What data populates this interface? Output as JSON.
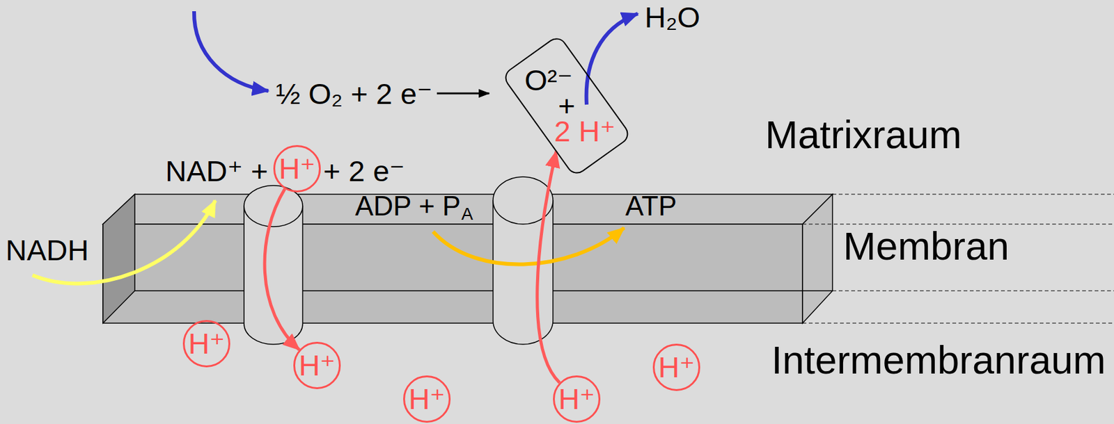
{
  "diagram": {
    "nodes": [
      {
        "text": [
          "O²⁻",
          "+",
          "2 H⁺"
        ]
      },
      {
        "text": [
          "H⁺"
        ]
      },
      {
        "text": [
          "H⁺"
        ]
      },
      {
        "text": [
          "H⁺"
        ]
      },
      {
        "text": [
          "H⁺"
        ]
      },
      {
        "text": [
          "H⁺"
        ]
      },
      {
        "text": [
          "H⁺"
        ]
      }
    ],
    "edges": [
      {
        "from": 1,
        "to": 3,
        "arrow": "to"
      },
      {
        "from": 6,
        "to": 0,
        "arrow": "to"
      }
    ],
    "labels": [
      "H₂O",
      "½ O₂ + 2 e⁻",
      "Matrixraum",
      "NAD⁺ +",
      "+ 2 e⁻",
      "ADP + P",
      "A",
      "ATP",
      "Membran",
      "NADH",
      "Intermembranraum"
    ]
  }
}
